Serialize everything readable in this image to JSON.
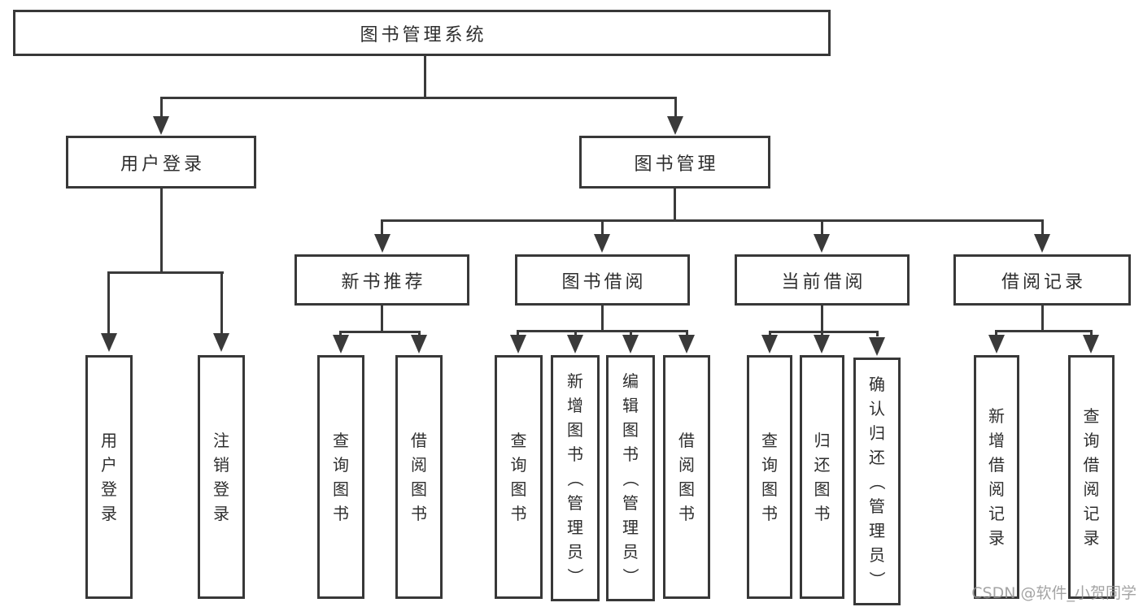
{
  "diagram": {
    "watermark": "CSDN @软件_小贺同学",
    "colors": {
      "line": "#3a3a3a",
      "border": "#383838",
      "text": "#2e2e2e",
      "watermark": "#949494"
    },
    "root": {
      "label": "图书管理系统"
    },
    "branches": [
      {
        "label": "用户登录",
        "children": [
          {
            "label": "用户登录"
          },
          {
            "label": "注销登录"
          }
        ]
      },
      {
        "label": "图书管理",
        "groups": [
          {
            "label": "新书推荐",
            "children": [
              {
                "label": "查询图书"
              },
              {
                "label": "借阅图书"
              }
            ]
          },
          {
            "label": "图书借阅",
            "children": [
              {
                "label": "查询图书"
              },
              {
                "label": "新增图书（管理员）"
              },
              {
                "label": "编辑图书（管理员）"
              },
              {
                "label": "借阅图书"
              }
            ]
          },
          {
            "label": "当前借阅",
            "children": [
              {
                "label": "查询图书"
              },
              {
                "label": "归还图书"
              },
              {
                "label": "确认归还（管理员）"
              }
            ]
          },
          {
            "label": "借阅记录",
            "children": [
              {
                "label": "新增借阅记录"
              },
              {
                "label": "查询借阅记录"
              }
            ]
          }
        ]
      }
    ]
  }
}
